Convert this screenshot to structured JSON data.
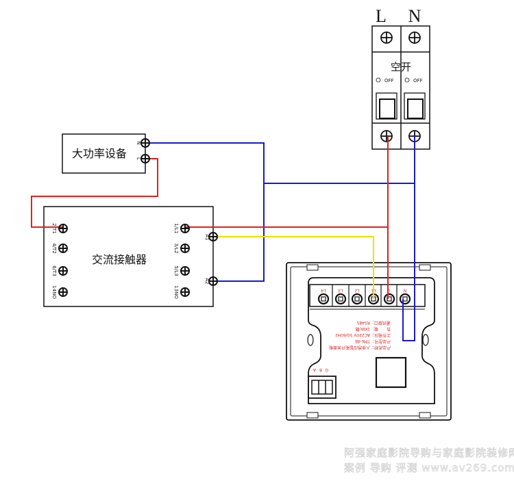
{
  "breaker": {
    "label": "空开",
    "pole_labels": [
      "L",
      "N"
    ],
    "switch_text": "OFF"
  },
  "load_device": {
    "label": "大功率设备",
    "terminals": [
      "N",
      "L"
    ]
  },
  "contactor": {
    "label": "交流接触器",
    "left_terminals": [
      "2/T1",
      "4/T2",
      "6/T3",
      "14NO"
    ],
    "right_terminals": [
      "1/L1",
      "3/L2",
      "5/L3",
      "13NO"
    ],
    "coil_terminals": [
      "A1",
      "A2"
    ]
  },
  "smart_switch": {
    "terminals": [
      "L4",
      "L3",
      "L2",
      "L1",
      "L",
      "N"
    ],
    "spec_lines": [
      "产品名称：人体感应智能开关面板",
      "产品型号：TPN-4B",
      "工作电压：AC220V 50/60Hz",
      "负　　载：1KW/路",
      "通讯接口：RS485"
    ],
    "bus_terminals": [
      "G",
      "B",
      "A"
    ]
  },
  "wires": {
    "live_color": "#e02020",
    "neutral_color": "#1a1acc",
    "control_color": "#f0e000",
    "outline_color": "#111111"
  },
  "watermark": {
    "line1": "阿强家庭影院导购与家庭影院装修网",
    "line2": "案例  导购  评测   www.av269.com"
  }
}
